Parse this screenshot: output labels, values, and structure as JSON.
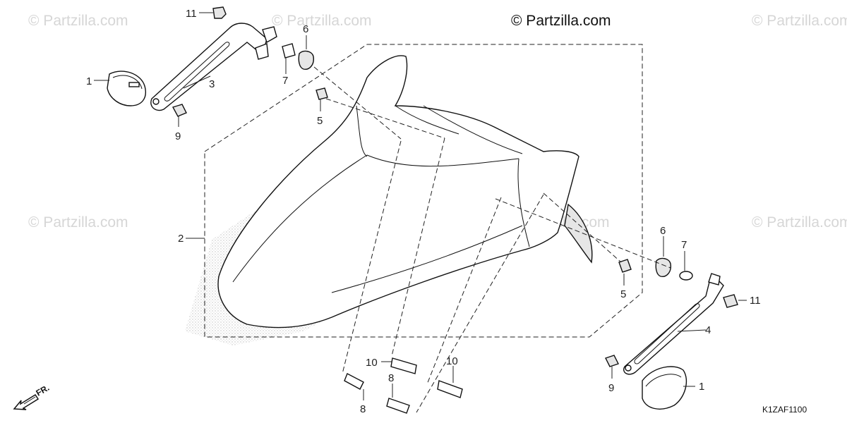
{
  "brand": "© Partzilla.com",
  "watermark": "© Partzilla.com",
  "diagram_code": "K1ZAF1100",
  "direction_label": "FR.",
  "callouts": {
    "c1a": "1",
    "c1b": "1",
    "c2": "2",
    "c3": "3",
    "c4": "4",
    "c5a": "5",
    "c5b": "5",
    "c6a": "6",
    "c6b": "6",
    "c7a": "7",
    "c7b": "7",
    "c8a": "8",
    "c8b": "8",
    "c9a": "9",
    "c9b": "9",
    "c10a": "10",
    "c10b": "10",
    "c11a": "11",
    "c11b": "11"
  },
  "colors": {
    "line": "#111111",
    "watermark": "#d6d6d6",
    "stipple": "#c4c4c4"
  }
}
